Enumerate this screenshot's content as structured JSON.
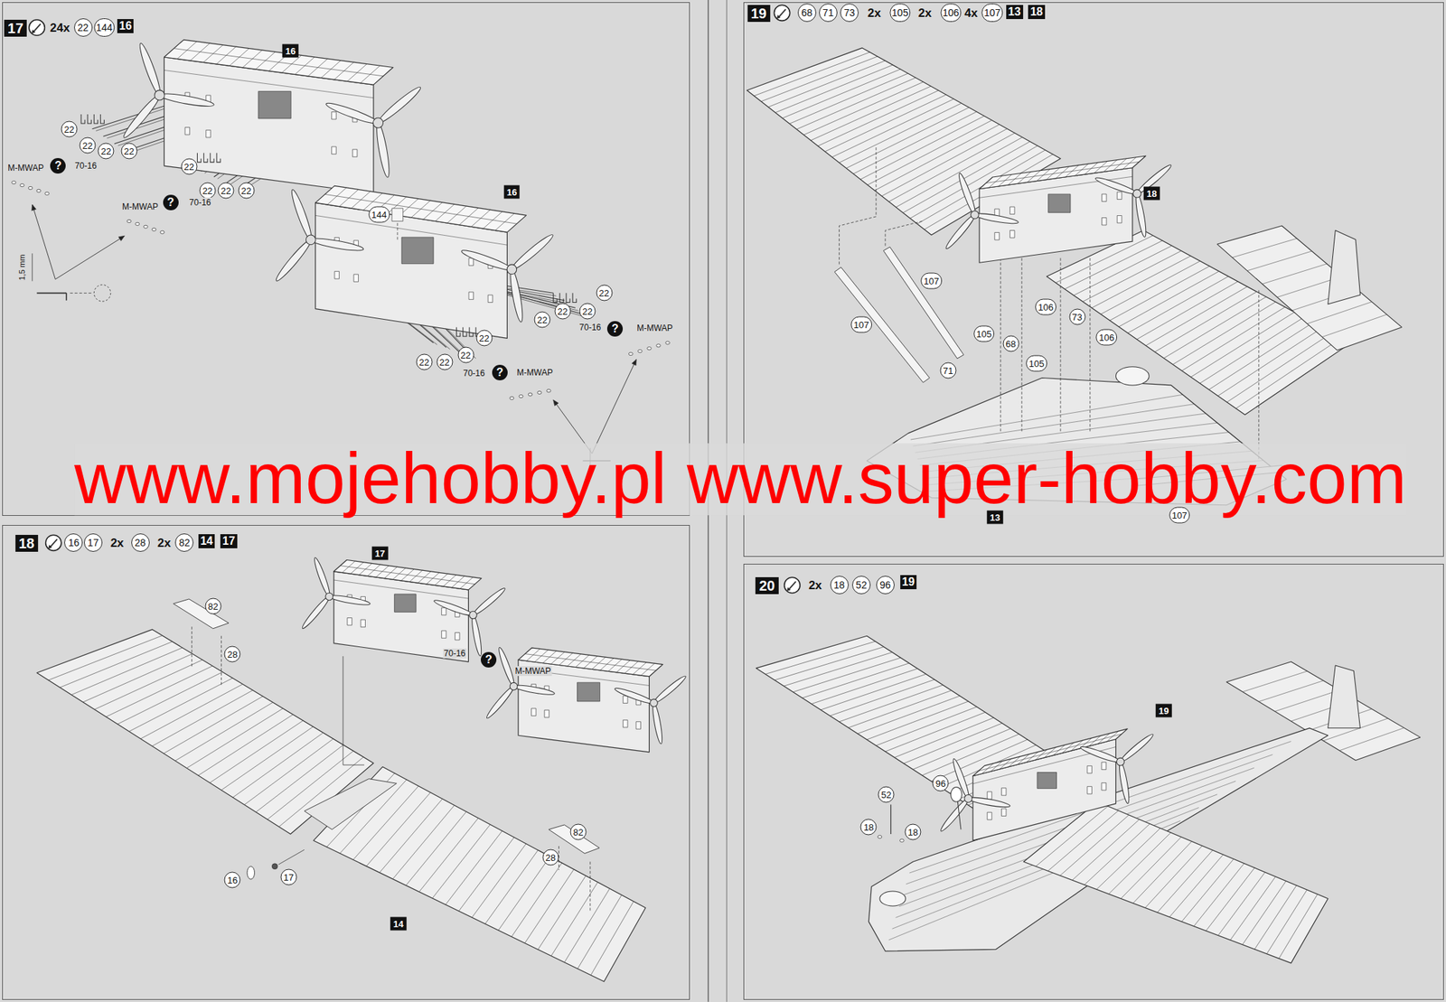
{
  "diagram": {
    "nodes": [
      {
        "text": [
          "17"
        ]
      },
      {
        "text": [
          "18"
        ]
      },
      {
        "text": [
          "19"
        ]
      },
      {
        "text": [
          "20"
        ]
      }
    ],
    "labels": [
      "24x",
      "22",
      "144",
      "16",
      "16",
      "22",
      "22",
      "22",
      "22",
      "M-MWAP",
      "?",
      "70-16",
      "22",
      "22",
      "22",
      "22",
      "M-MWAP",
      "?",
      "70-16",
      "1,5 mm",
      "16",
      "144",
      "22",
      "22",
      "22",
      "22",
      "70-16",
      "?",
      "M-MWAP",
      "22",
      "22",
      "22",
      "22",
      "70-16",
      "?",
      "M-MWAP",
      "www.mojehobby.pl www.super-hobby.com",
      "16",
      "17",
      "2x",
      "28",
      "2x",
      "82",
      "14",
      "17",
      "17",
      "82",
      "28",
      "70-16",
      "?",
      "M-MWAP",
      "82",
      "28",
      "17",
      "16",
      "14",
      "68",
      "71",
      "73",
      "2x",
      "105",
      "2x",
      "106",
      "4x",
      "107",
      "13",
      "18",
      "18",
      "107",
      "106",
      "73",
      "107",
      "105",
      "106",
      "68",
      "105",
      "71",
      "107",
      "13",
      "2x",
      "18",
      "52",
      "96",
      "19",
      "19",
      "96",
      "52",
      "18",
      "18"
    ]
  }
}
